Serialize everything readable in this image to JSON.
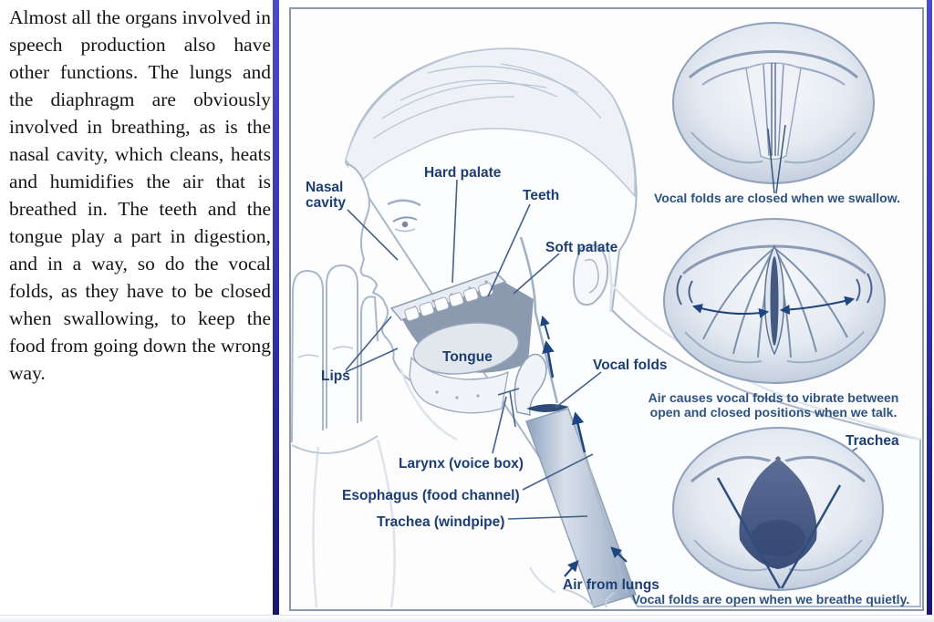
{
  "left_panel": {
    "paragraph": "Almost all the organs involved in speech production also have other functions. The lungs and the diaphragm are obviously involved in breathing, as is the nasal cavity, which cleans, heats and humidifies the air that is breathed in. The teeth and the tongue play a part in digestion, and in a way, so do the vocal folds, as they have to be closed when swallowing, to keep the food from going down the wrong way."
  },
  "diagram": {
    "labels": {
      "nasal_line1": "Nasal",
      "nasal_line2": "cavity",
      "hard_palate": "Hard palate",
      "teeth": "Teeth",
      "soft_palate": "Soft palate",
      "tongue": "Tongue",
      "lips": "Lips",
      "vocal_folds": "Vocal folds",
      "larynx": "Larynx (voice box)",
      "esophagus": "Esophagus (food channel)",
      "trachea_windpipe": "Trachea (windpipe)",
      "air_from_lungs": "Air from lungs",
      "trachea": "Trachea"
    },
    "captions": {
      "swallow": "Vocal folds are closed when we swallow.",
      "talk_line1": "Air causes vocal folds to vibrate between",
      "talk_line2": "open and closed positions when we talk.",
      "breathe": "Vocal folds are open when we breathe quietly."
    },
    "colors": {
      "label_navy": "#1c3e74",
      "caption_blue": "#2d5180",
      "slide_border_blue": "#3b3bbd",
      "panel_border_gray": "#8b99ac",
      "fold_opening_dark": "#3a4c78"
    }
  }
}
